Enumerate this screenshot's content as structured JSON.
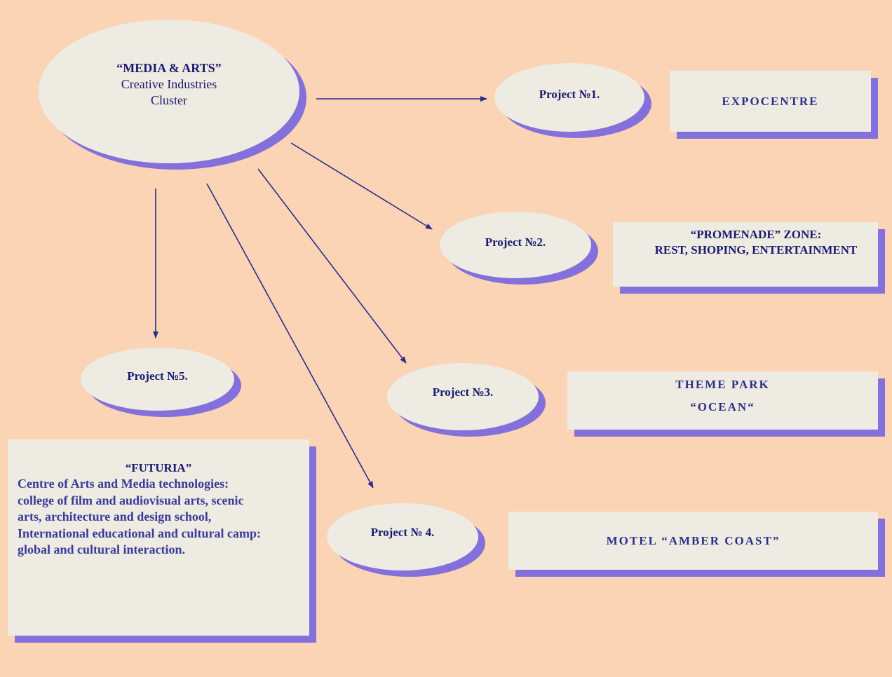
{
  "colors": {
    "background": "#fbd3b5",
    "shape_fill": "#eeebe2",
    "shadow": "#8470db",
    "text": "#1a1a6e",
    "arrow": "#2b2b8c"
  },
  "cluster": {
    "title": "“MEDIA & ARTS”",
    "line2": "Creative Industries",
    "line3": "Cluster"
  },
  "projects": {
    "p1": "Project №1.",
    "p2": "Project №2.",
    "p3": "Project №3.",
    "p4": "Project № 4.",
    "p5": "Project №5."
  },
  "boxes": {
    "expocentre": "EXPOCENTRE",
    "promenade_line1": "“PROMENADE” ZONE:",
    "promenade_line2": "REST, SHOPING, ENTERTAINMENT",
    "theme_park_line1": "THEME PARK",
    "theme_park_line2": "“OCEAN“",
    "motel": "MOTEL “AMBER COAST”",
    "futuria_title": "“FUTURIA”",
    "futuria_body": [
      "Centre of Arts and Media technologies:",
      "college of film and audiovisual arts, scenic",
      "arts, architecture and design school,",
      "International educational and cultural camp:",
      "global and cultural interaction."
    ]
  }
}
